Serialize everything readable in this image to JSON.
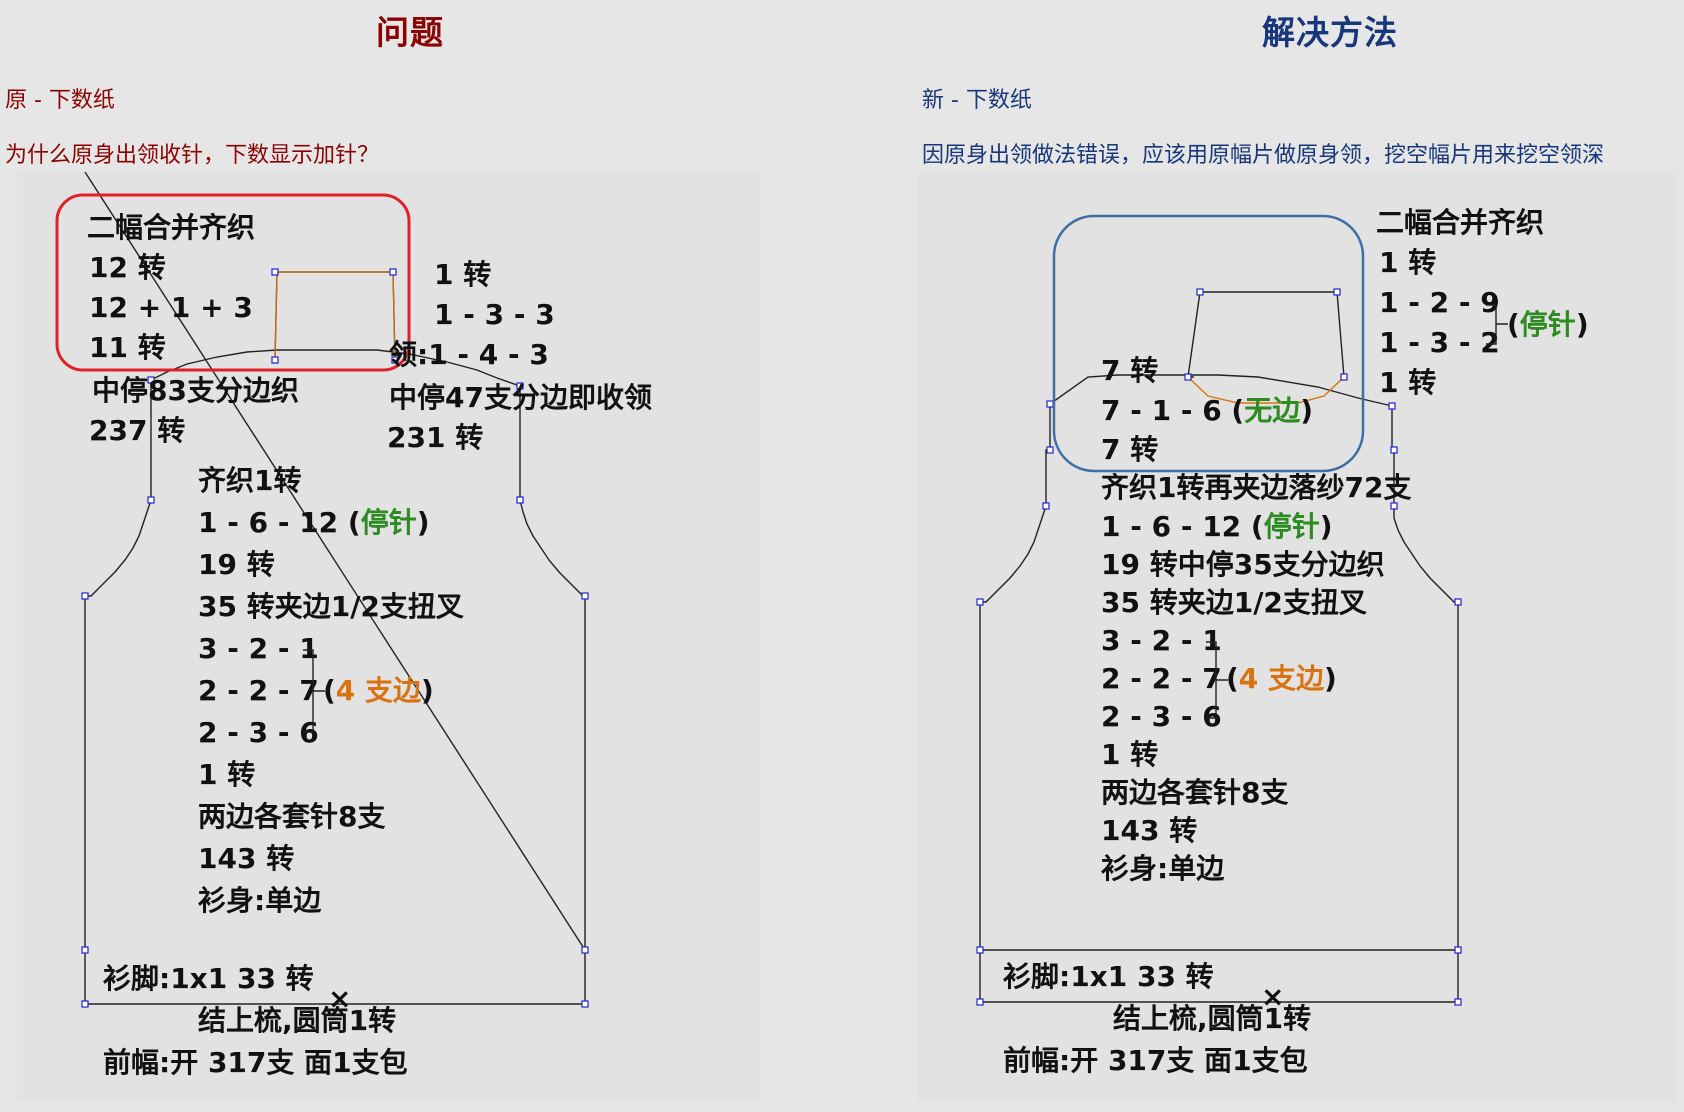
{
  "colors": {
    "problem": "#8b0000",
    "solution": "#17377a",
    "highlight_red": "#e0202a",
    "highlight_blue": "#3f6ea6",
    "green": "#2e8b22",
    "orange": "#d9730f"
  },
  "problem": {
    "title": "问题",
    "subtitle": "原 - 下数纸",
    "question": "为什么原身出领收针，下数显示加针？",
    "chart": {
      "join": "二幅合并齐织",
      "t12a": "12 转",
      "t12b": "12 + 1 + 3",
      "t11": "11 转",
      "r1": "1 转",
      "r133": "1 - 3 - 3",
      "r143": "领:1 - 4 - 3",
      "mid83": "中停83支分边织",
      "mid47": "中停47支分边即收领",
      "t237": "237 转",
      "t231": "231 转",
      "qi1": "齐织1转",
      "s1612a": "1 - 6 - 12 (",
      "s1612b": "停针",
      "s1612c": ")",
      "t19": "19 转",
      "t35": "35 转夹边1/2支扭叉",
      "s321": "3 - 2 - 1",
      "s227": "2 - 2 - 7",
      "s236": "2 - 3 - 6",
      "edge4a": "(",
      "edge4b": "4 支边",
      "edge4c": ")",
      "t1": "1 转",
      "cast8": "两边各套针8支",
      "t143": "143 转",
      "body": "衫身:单边",
      "hem": "衫脚:1x1    33 转",
      "comb": "结上梳,圆筒1转",
      "front": "前幅:开 317支 面1支包"
    }
  },
  "solution": {
    "title": "解决方法",
    "subtitle": "新 - 下数纸",
    "answer": "因原身出领做法错误，应该用原幅片做原身领，挖空幅片用来挖空领深",
    "chart": {
      "join": "二幅合并齐织",
      "t1top": "1 转",
      "s129": "1 - 2 - 9",
      "s132": "1 - 3 - 2",
      "stopA": "(",
      "stopB": "停针",
      "stopC": ")",
      "t1r": "1 转",
      "t7a": "7 转",
      "s716a": "7 - 1 - 6 (",
      "s716b": "无边",
      "s716c": ")",
      "t7b": "7 转",
      "qi72": "齐织1转再夹边落纱72支",
      "s1612a": "1 - 6 - 12 (",
      "s1612b": "停针",
      "s1612c": ")",
      "t19": "19 转中停35支分边织",
      "t35": "35 转夹边1/2支扭叉",
      "s321": "3 - 2 - 1",
      "s227": "2 - 2 - 7",
      "s236": "2 - 3 - 6",
      "edge4a": "(",
      "edge4b": "4 支边",
      "edge4c": ")",
      "t1": "1 转",
      "cast8": "两边各套针8支",
      "t143": "143 转",
      "body": "衫身:单边",
      "hem": "衫脚:1x1    33 转",
      "comb": "结上梳,圆筒1转",
      "front": "前幅:开 317支 面1支包"
    }
  }
}
